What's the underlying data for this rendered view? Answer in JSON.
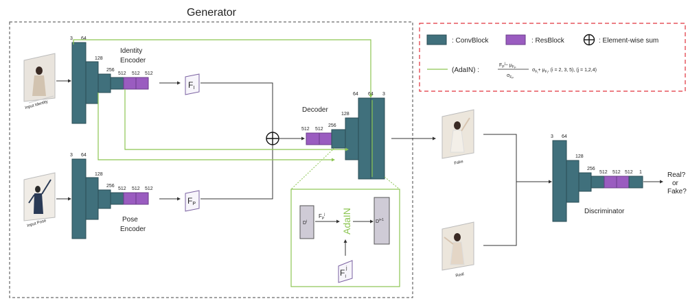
{
  "generator": {
    "title": "Generator",
    "identity_encoder": {
      "label": "Identity\nEncoder",
      "channels": [
        "3",
        "64",
        "128",
        "256",
        "512",
        "512",
        "512"
      ],
      "feature": "F",
      "feature_sub": "I"
    },
    "pose_encoder": {
      "label": "Pose\nEncoder",
      "channels": [
        "3",
        "64",
        "128",
        "256",
        "512",
        "512",
        "512"
      ],
      "feature": "F",
      "feature_sub": "P"
    },
    "decoder": {
      "label": "Decoder",
      "channels": [
        "512",
        "512",
        "256",
        "128",
        "64",
        "64",
        "3"
      ]
    },
    "inputs": {
      "identity_caption": "Input Identity",
      "pose_caption": "Input Pose"
    },
    "adain_box": {
      "label": "AdaIN",
      "d_in": "D",
      "d_in_sup": "i",
      "d_out": "D",
      "d_out_sup": "i+1",
      "fp": "F",
      "fp_sub": "P",
      "fp_sup": "j",
      "fi": "F",
      "fi_sub": "I",
      "fi_sup": "j"
    }
  },
  "legend": {
    "convblock": ": ConvBlock",
    "resblock": ": ResBlock",
    "sum": ": Element-wise sum",
    "adain_prefix": "(AdaIN) :",
    "formula_num": "F",
    "formula_num_sub": "P",
    "formula_num_sup": "j",
    "formula_minus": "− μ",
    "formula_mu_sub": "F",
    "formula_mu_subsub": "P",
    "formula_den": "σ",
    "formula_den_sub": "F",
    "formula_den_subsub": "P",
    "formula_rest": "σ",
    "formula_rest_sub": "F",
    "formula_rest_subsub": "I",
    "formula_plus": "+ μ",
    "formula_plus_sub": "F",
    "formula_plus_subsub": "I",
    "formula_idx": ", (i = 2, 3, 5), (j = 1,2,4)"
  },
  "discriminator": {
    "label": "Discriminator",
    "channels": [
      "3",
      "64",
      "128",
      "256",
      "512",
      "512",
      "512",
      "1"
    ],
    "output": "Real?\nor\nFake?"
  },
  "samples": {
    "fake_caption": "Fake",
    "real_caption": "Real"
  },
  "colors": {
    "convblock": "#40707c",
    "resblock": "#9a5cc0",
    "adain_line": "#8cc552",
    "legend_border": "#e0303a"
  }
}
